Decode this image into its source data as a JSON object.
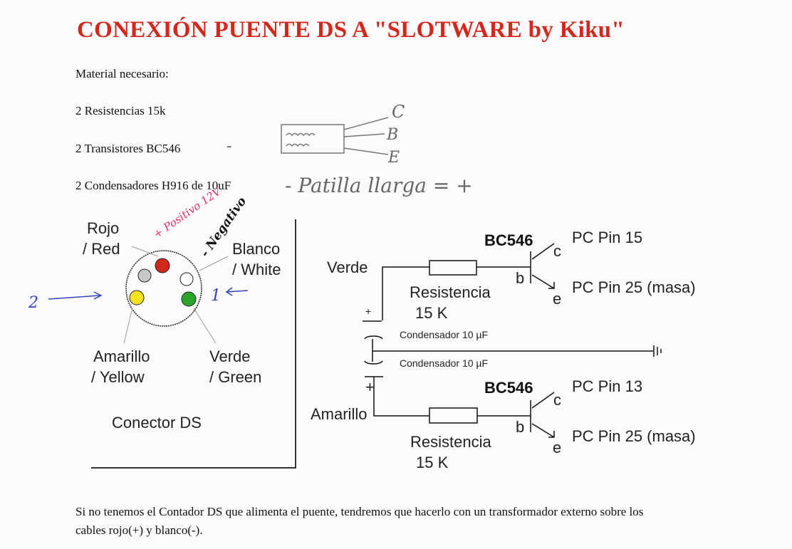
{
  "title": "CONEXIÓN PUENTE DS A \"SLOTWARE by Kiku\"",
  "materials": {
    "heading": "Material necesario:",
    "items": [
      "2 Resistencias 15k",
      "2 Transistores BC546",
      "2 Condensadores H916 de 10uF"
    ]
  },
  "handwritten": {
    "dash1": "-",
    "pin_c": "C",
    "pin_b": "B",
    "pin_e": "E",
    "long_leg": "- Patilla llarga = +",
    "positive": "+ Positivo 12V",
    "negative": "- Negativo",
    "num2": "2",
    "num1": "1"
  },
  "connector": {
    "label": "Conector DS",
    "red": [
      "Rojo",
      "/ Red"
    ],
    "white": [
      "Blanco",
      "/ White"
    ],
    "yellow": [
      "Amarillo",
      "/ Yellow"
    ],
    "green": [
      "Verde",
      "/ Green"
    ],
    "colors": {
      "red": "#d2281a",
      "grey": "#c8c8c8",
      "white": "#ffffff",
      "yellow": "#f5e21e",
      "green": "#2aa52a"
    }
  },
  "circuit": {
    "top": {
      "input": "Verde",
      "transistor": "BC546",
      "collector_pin": "PC Pin 15",
      "emitter_pin": "PC Pin 25 (masa)",
      "resistor": [
        "Resistencia",
        "15 K"
      ]
    },
    "bottom": {
      "input": "Amarillo",
      "transistor": "BC546",
      "collector_pin": "PC Pin 13",
      "emitter_pin": "PC Pin 25 (masa)",
      "resistor": [
        "Resistencia",
        "15 K"
      ]
    },
    "cap_top": "Condensador 10 µF",
    "cap_bottom": "Condensador 10 µF",
    "plus": "+",
    "c": "c",
    "b": "b",
    "e": "e"
  },
  "footer": [
    "Si no tenemos el Contador DS que alimenta el puente, tendremos que hacerlo con un transformador externo sobre los",
    "cables rojo(+) y blanco(-)."
  ]
}
